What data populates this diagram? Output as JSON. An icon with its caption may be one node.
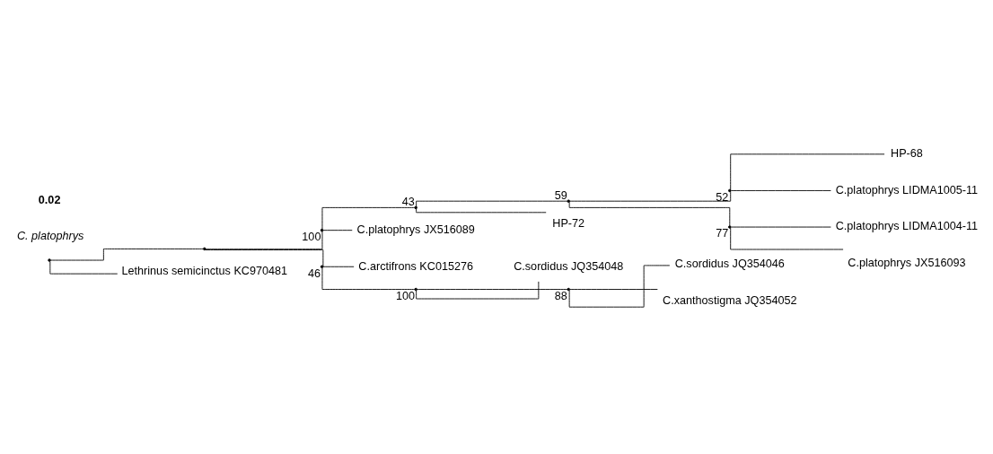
{
  "diagram": {
    "nodes": [
      {
        "text": [],
        "shape": "point"
      },
      {
        "text": [],
        "shape": "point"
      },
      {
        "text": [],
        "shape": "point",
        "beside": [
          "100"
        ]
      },
      {
        "text": [],
        "shape": "point",
        "beside": [
          "43"
        ]
      },
      {
        "text": [],
        "shape": "point",
        "beside": [
          "59"
        ]
      },
      {
        "text": [],
        "shape": "point",
        "beside": [
          "52"
        ]
      },
      {
        "text": [
          "HP-68"
        ]
      },
      {
        "text": [
          "C.platophrys LIDMA1005-11"
        ]
      },
      {
        "text": [],
        "shape": "point",
        "beside": [
          "77"
        ]
      },
      {
        "text": [
          "C.platophrys LIDMA1004-11"
        ]
      },
      {
        "text": [
          "C.platophrys JX516093"
        ]
      },
      {
        "text": [
          "HP-72"
        ]
      },
      {
        "text": [
          "C.platophrys JX516089"
        ]
      },
      {
        "text": [],
        "shape": "point",
        "beside": [
          "46"
        ]
      },
      {
        "text": [
          "C.arctifrons KC015276"
        ]
      },
      {
        "text": [],
        "shape": "point",
        "beside": [
          "100"
        ]
      },
      {
        "text": [
          "C.sordidus JQ354048"
        ]
      },
      {
        "text": [],
        "shape": "point",
        "beside": [
          "88"
        ]
      },
      {
        "text": [
          "C.sordidus JQ354046"
        ]
      },
      {
        "text": [
          "C.xanthostigma JQ354052"
        ]
      },
      {
        "text": [
          "Lethrinus semicinctus KC970481"
        ]
      }
    ],
    "edges": [
      {
        "from": 0,
        "to": 1,
        "arrow": "none"
      },
      {
        "from": 1,
        "to": 2,
        "arrow": "none"
      },
      {
        "from": 2,
        "to": 3,
        "arrow": "none"
      },
      {
        "from": 3,
        "to": 4,
        "arrow": "none"
      },
      {
        "from": 4,
        "to": 5,
        "arrow": "none"
      },
      {
        "from": 5,
        "to": 6,
        "arrow": "none"
      },
      {
        "from": 5,
        "to": 7,
        "arrow": "none"
      },
      {
        "from": 4,
        "to": 8,
        "arrow": "none"
      },
      {
        "from": 8,
        "to": 9,
        "arrow": "none"
      },
      {
        "from": 8,
        "to": 10,
        "arrow": "none"
      },
      {
        "from": 3,
        "to": 11,
        "arrow": "none"
      },
      {
        "from": 2,
        "to": 12,
        "arrow": "none"
      },
      {
        "from": 1,
        "to": 13,
        "arrow": "none"
      },
      {
        "from": 13,
        "to": 14,
        "arrow": "none"
      },
      {
        "from": 13,
        "to": 15,
        "arrow": "none"
      },
      {
        "from": 15,
        "to": 16,
        "arrow": "none"
      },
      {
        "from": 15,
        "to": 17,
        "arrow": "none"
      },
      {
        "from": 17,
        "to": 18,
        "arrow": "none"
      },
      {
        "from": 17,
        "to": 19,
        "arrow": "none"
      },
      {
        "from": 0,
        "to": 20,
        "arrow": "none"
      }
    ],
    "labels": [
      "C. platophrys",
      "0.02"
    ]
  }
}
